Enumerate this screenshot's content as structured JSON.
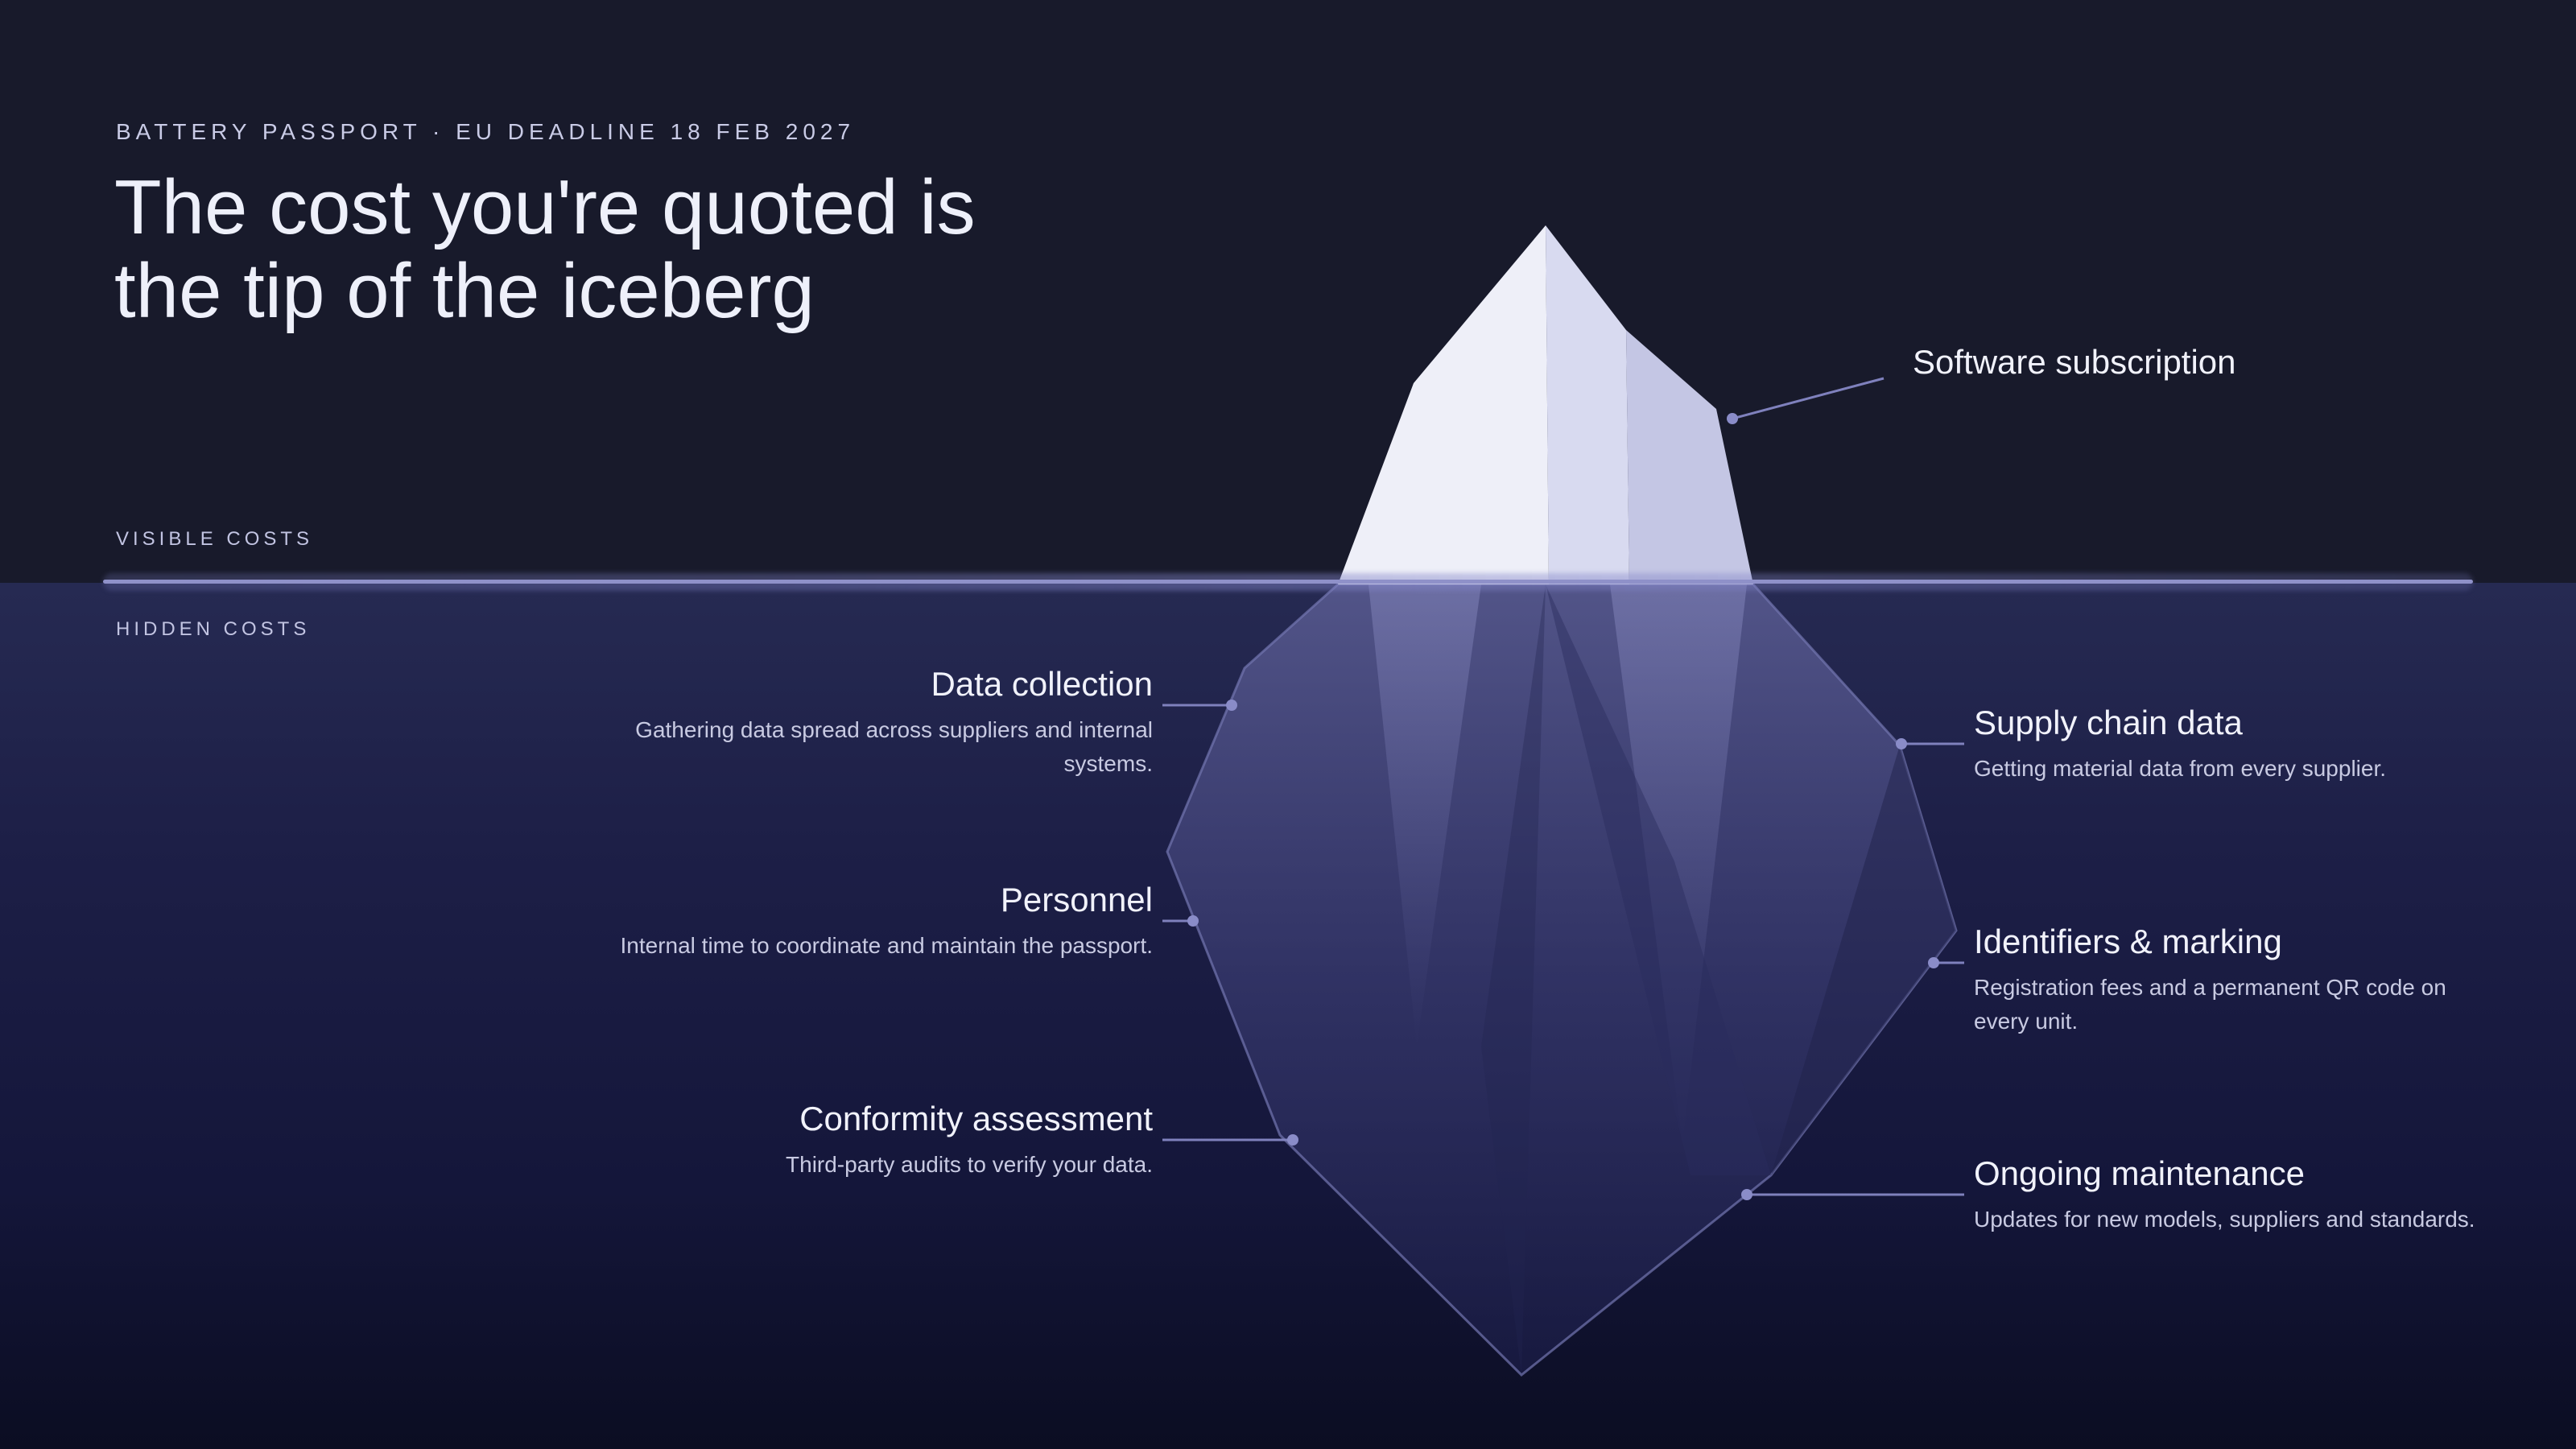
{
  "header": {
    "eyebrow": "BATTERY PASSPORT · EU DEADLINE 18 FEB 2027",
    "headline_line1": "The cost you're quoted is",
    "headline_line2": "the tip of the iceberg"
  },
  "zones": {
    "visible_label": "VISIBLE COSTS",
    "hidden_label": "HIDDEN COSTS"
  },
  "visible_costs": [
    {
      "title": "Software subscription"
    }
  ],
  "hidden_costs_left": [
    {
      "title": "Data collection",
      "description": "Gathering data spread across suppliers and internal systems."
    },
    {
      "title": "Personnel",
      "description": "Internal time to coordinate and maintain the passport."
    },
    {
      "title": "Conformity assessment",
      "description": "Third-party audits to verify your data."
    }
  ],
  "hidden_costs_right": [
    {
      "title": "Supply chain data",
      "description": "Getting material data from every supplier."
    },
    {
      "title": "Identifiers & marking",
      "description": "Registration fees and a permanent QR code on every unit."
    },
    {
      "title": "Ongoing maintenance",
      "description": "Updates for new models, suppliers and standards."
    }
  ],
  "colors": {
    "sky": "#181a2b",
    "water_top": "#262a52",
    "water_bottom": "#0b0d22",
    "ice_light": "#eeeff8",
    "ice_mid": "#d6d8ef",
    "ice_shadow": "#c4c6e4",
    "accent": "#8f91c9"
  }
}
